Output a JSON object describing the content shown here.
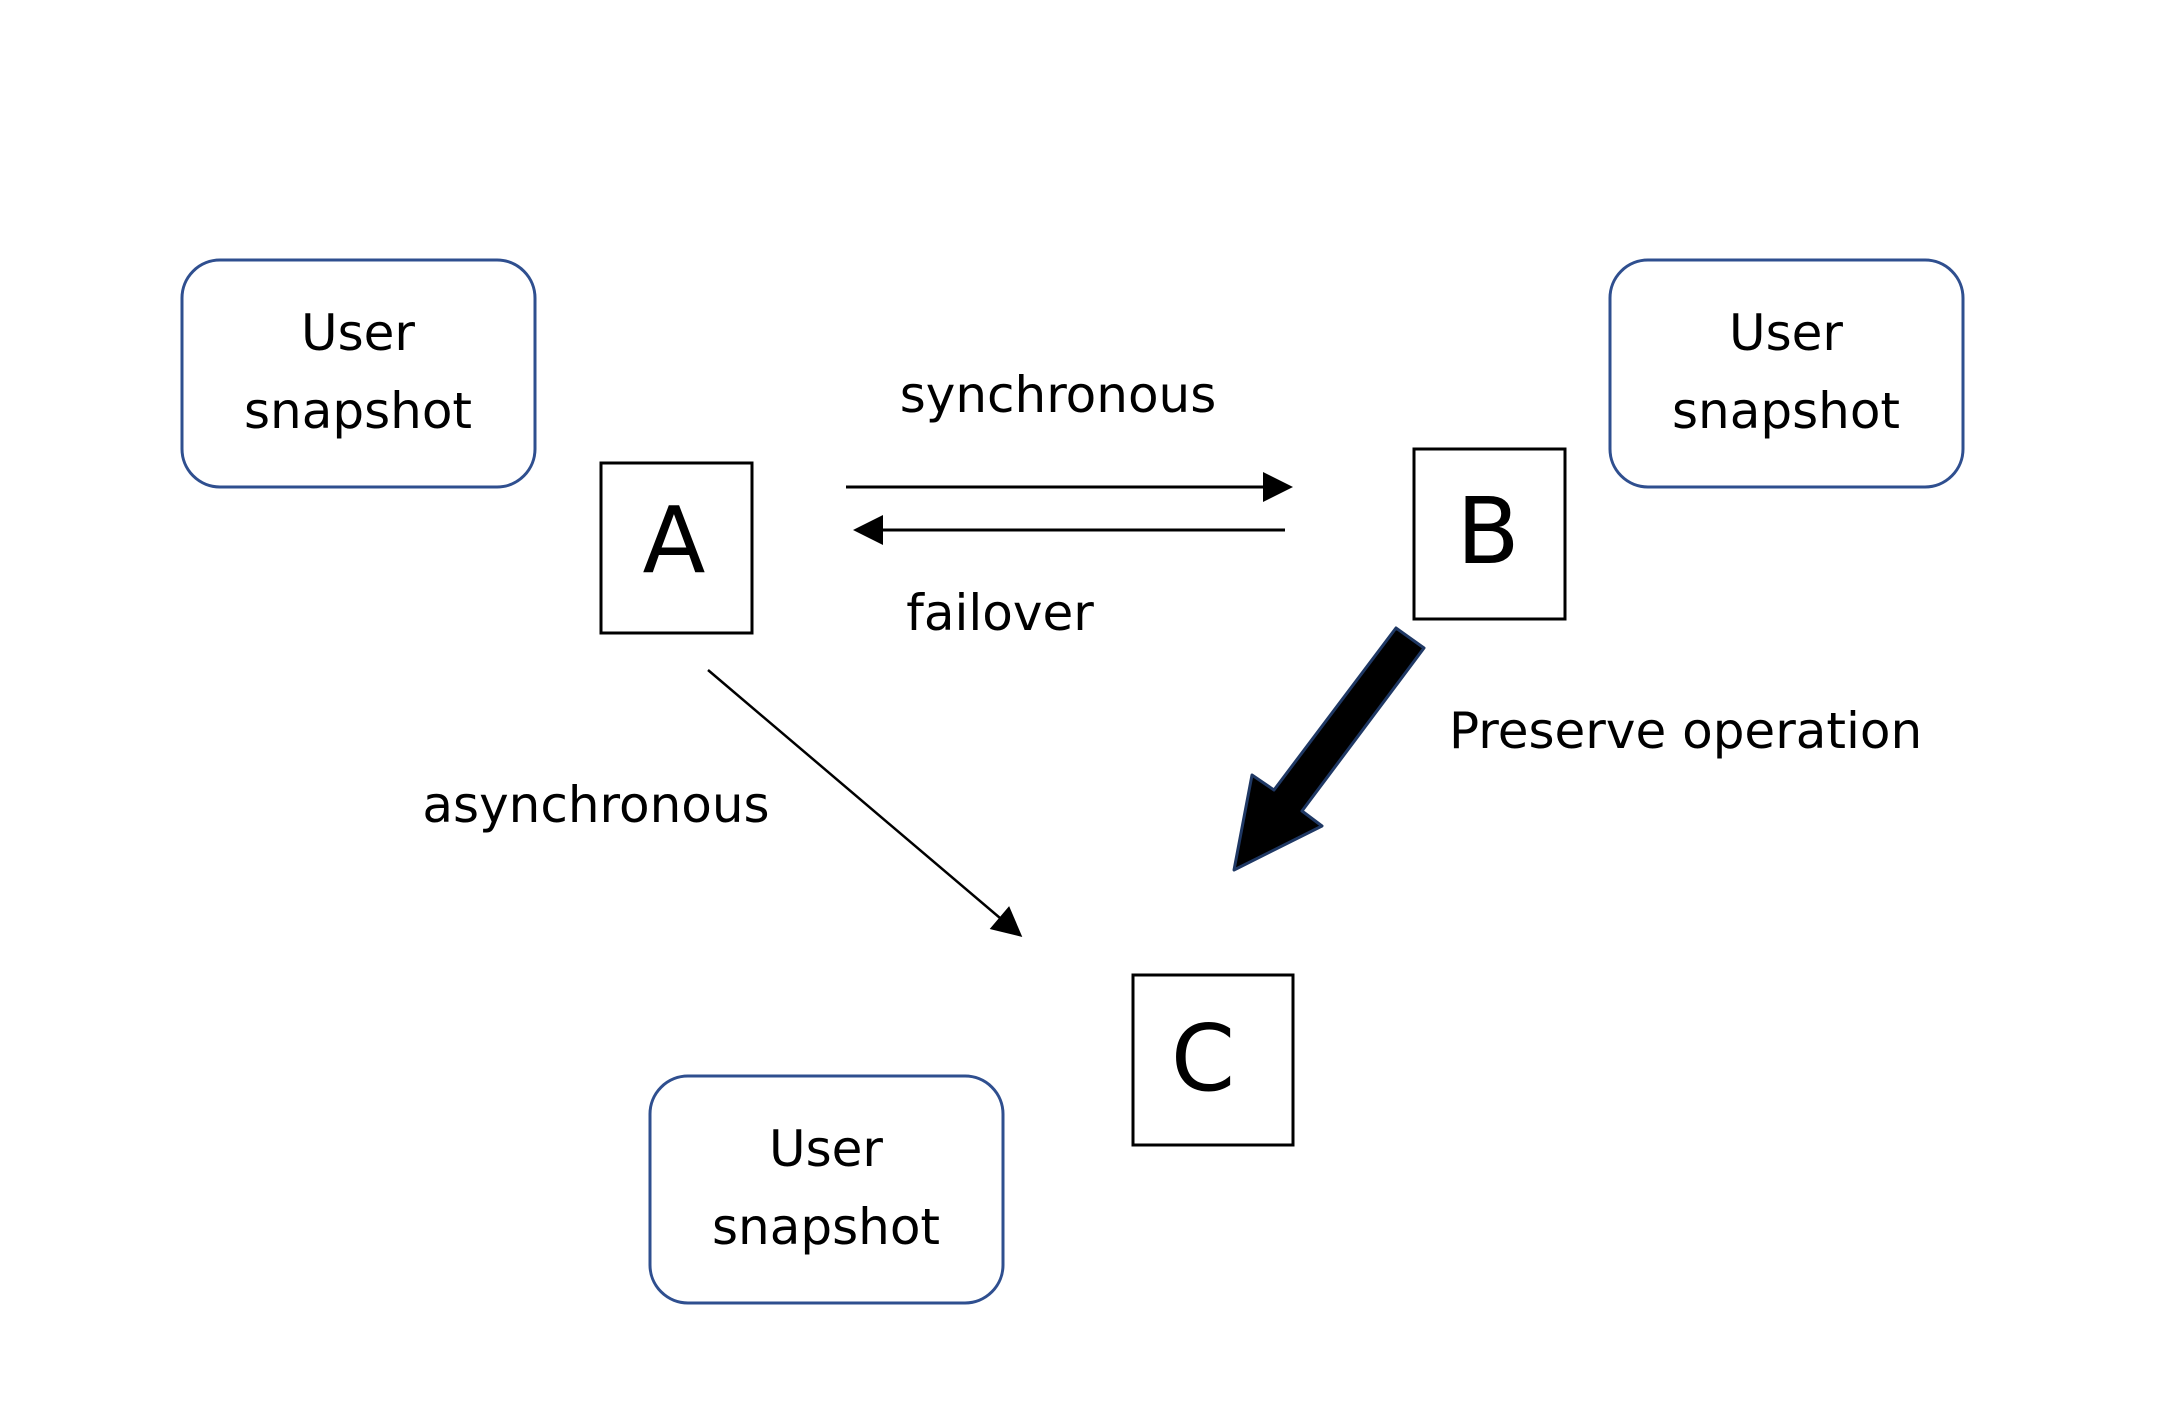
{
  "nodes": {
    "a": {
      "label": "A"
    },
    "b": {
      "label": "B"
    },
    "c": {
      "label": "C"
    }
  },
  "snapshots": {
    "near_a": {
      "line1": "User",
      "line2": "snapshot"
    },
    "near_b": {
      "line1": "User",
      "line2": "snapshot"
    },
    "near_c": {
      "line1": "User",
      "line2": "snapshot"
    }
  },
  "edges": {
    "a_to_b": {
      "label": "synchronous"
    },
    "b_to_a": {
      "label": "failover"
    },
    "a_to_c": {
      "label": "asynchronous"
    },
    "b_to_c": {
      "label": "Preserve operation"
    }
  },
  "colors": {
    "snapshot_border": "#2f4f8f",
    "node_border": "#000000",
    "text": "#000000",
    "thick_arrow_fill": "#000000",
    "thick_arrow_outline": "#1f3864"
  }
}
